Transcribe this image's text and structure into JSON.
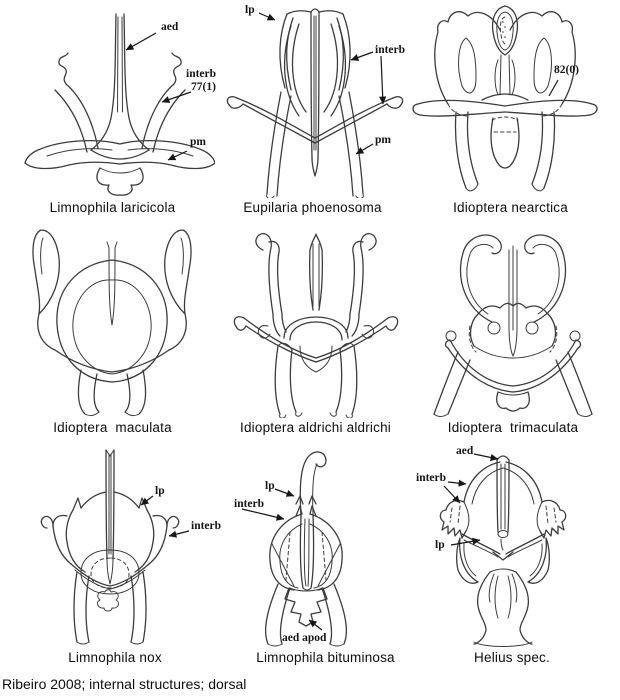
{
  "page": {
    "footer": "Ribeiro 2008; internal structures; dorsal",
    "ink_color": "#3c3c3c",
    "text_color": "#101010"
  },
  "figures": [
    {
      "caption": "Limnophila laricicola",
      "labels": {
        "aed": "aed",
        "interb": "interb",
        "interb_num": "77(1)",
        "pm": "pm"
      }
    },
    {
      "caption": "Eupilaria phoenosoma",
      "labels": {
        "lp": "lp",
        "interb": "interb",
        "pm": "pm"
      }
    },
    {
      "caption": "Idioptera nearctica",
      "labels": {
        "ref": "82(0)"
      }
    },
    {
      "caption": "Idioptera  maculata",
      "labels": {}
    },
    {
      "caption": "Idioptera aldrichi aldrichi",
      "labels": {}
    },
    {
      "caption": "Idioptera  trimaculata",
      "labels": {}
    },
    {
      "caption": "Limnophila nox",
      "labels": {
        "lp": "lp",
        "interb": "interb"
      }
    },
    {
      "caption": "Limnophila bituminosa",
      "labels": {
        "lp": "lp",
        "interb": "interb",
        "aed_apod": "aed apod"
      }
    },
    {
      "caption": "Helius spec.",
      "labels": {
        "aed": "aed",
        "interb": "interb",
        "lp": "lp"
      }
    }
  ]
}
